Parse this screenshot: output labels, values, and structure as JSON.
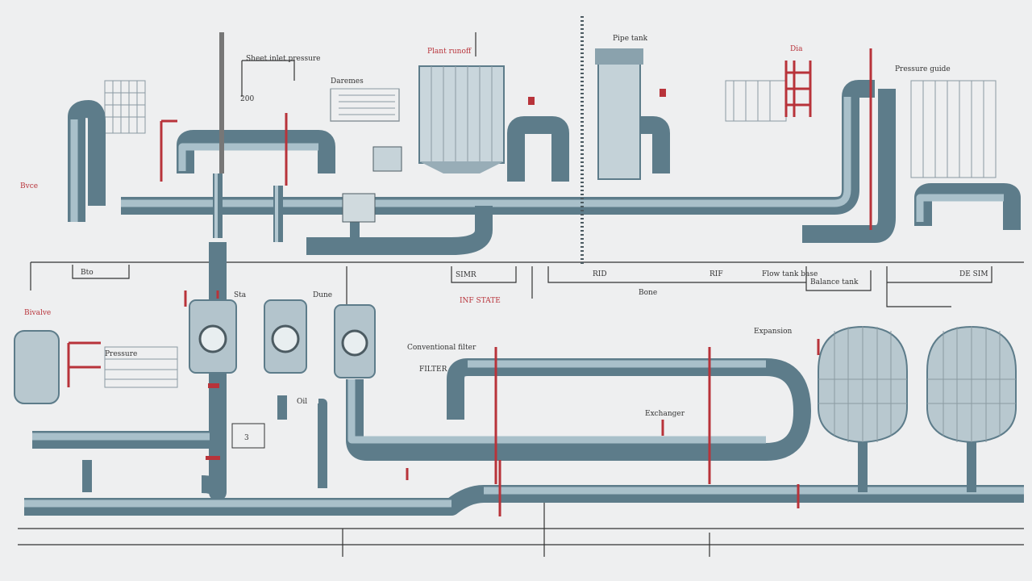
{
  "diagram": {
    "title": "Process piping diagram",
    "labels": {
      "plant_runoff": "Plant runoff",
      "sheet_inlet": "Sheet inlet pressure",
      "dim_200": "200",
      "daremes": "Daremes",
      "pipe_tank": "Pipe tank",
      "dia": "Dia",
      "pressure_guide": "Pressure guide",
      "bvce": "Bvce",
      "rif": "RIF",
      "flow_tank": "Flow tank base",
      "balance_tank": "Balance tank",
      "de_sim": "DE SIM",
      "bone": "Bone",
      "sta": "Sta",
      "dune": "Dune",
      "inf_state": "INF STATE",
      "bivalve": "Bivalve",
      "pressure": "Pressure",
      "conventional_filter": "Conventional filter",
      "filter": "FILTER",
      "expansion": "Expansion",
      "exchanger": "Exchanger",
      "oil": "Oil",
      "three": "3",
      "ax_left": "Bto",
      "pipe_mark": "SIMR",
      "pipe_mark2": "RID"
    },
    "colors": {
      "pipe": "#5d7c8a",
      "accent": "#b8333a",
      "background": "#eeeff0"
    }
  }
}
